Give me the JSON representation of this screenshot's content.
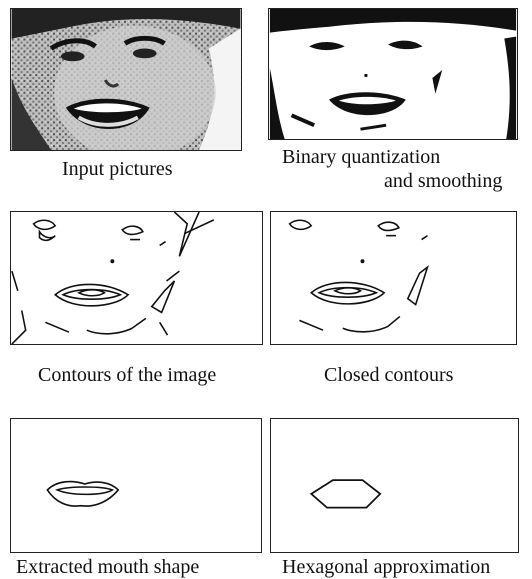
{
  "figure": {
    "panels": [
      {
        "id": "input",
        "caption": "Input pictures"
      },
      {
        "id": "binary",
        "caption_line1": "Binary quantization",
        "caption_line2": "and smoothing"
      },
      {
        "id": "contours",
        "caption": "Contours of the image"
      },
      {
        "id": "closed",
        "caption": "Closed contours"
      },
      {
        "id": "mouth",
        "caption": "Extracted mouth shape"
      },
      {
        "id": "hexagon",
        "caption": "Hexagonal approximation"
      }
    ]
  }
}
